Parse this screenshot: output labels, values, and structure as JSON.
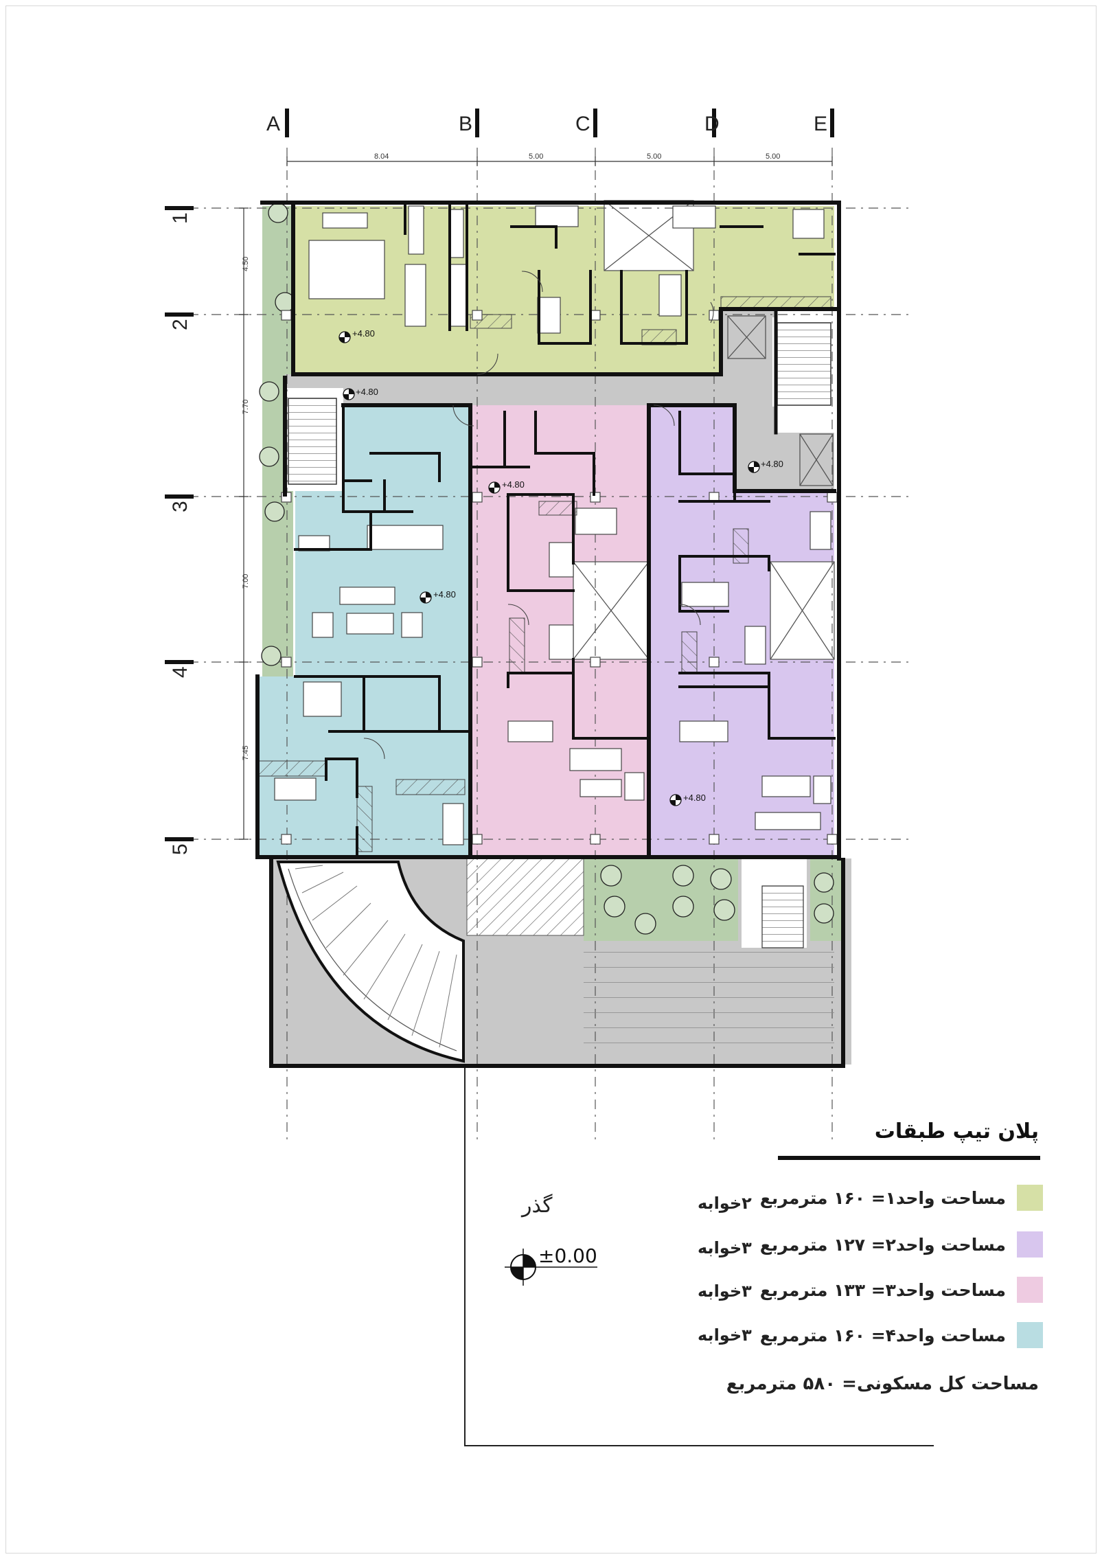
{
  "grid": {
    "columns": [
      "A",
      "B",
      "C",
      "D",
      "E"
    ],
    "rows": [
      "1",
      "2",
      "3",
      "4",
      "5"
    ],
    "column_spacings": [
      "8.04",
      "5.00",
      "5.00",
      "5.00"
    ],
    "row_spacings": [
      "4.50",
      "7.70",
      "7.00",
      "7.45"
    ]
  },
  "level_marks": {
    "floor": "+4.80",
    "street": "±0.00"
  },
  "street_label": "گذر",
  "legend": {
    "title": "پلان تیپ طبقات",
    "units": [
      {
        "area_text": "مساحت واحد۱= ۱۶۰ مترمربع",
        "bedrooms": "۲خوابه",
        "color": "#d6e0a6"
      },
      {
        "area_text": "مساحت واحد۲= ۱۲۷ مترمربع",
        "bedrooms": "۳خوابه",
        "color": "#d8c6ee"
      },
      {
        "area_text": "مساحت واحد۳= ۱۳۳ مترمربع",
        "bedrooms": "۳خوابه",
        "color": "#eecbe1"
      },
      {
        "area_text": "مساحت واحد۴= ۱۶۰ مترمربع",
        "bedrooms": "۳خوابه",
        "color": "#b9dde2"
      }
    ],
    "total": "مساحت کل مسکونی= ۵۸۰ مترمربع"
  },
  "colors": {
    "corridor": "#c8c8c8",
    "landscape": "#b7cfac",
    "wall": "#111111"
  }
}
